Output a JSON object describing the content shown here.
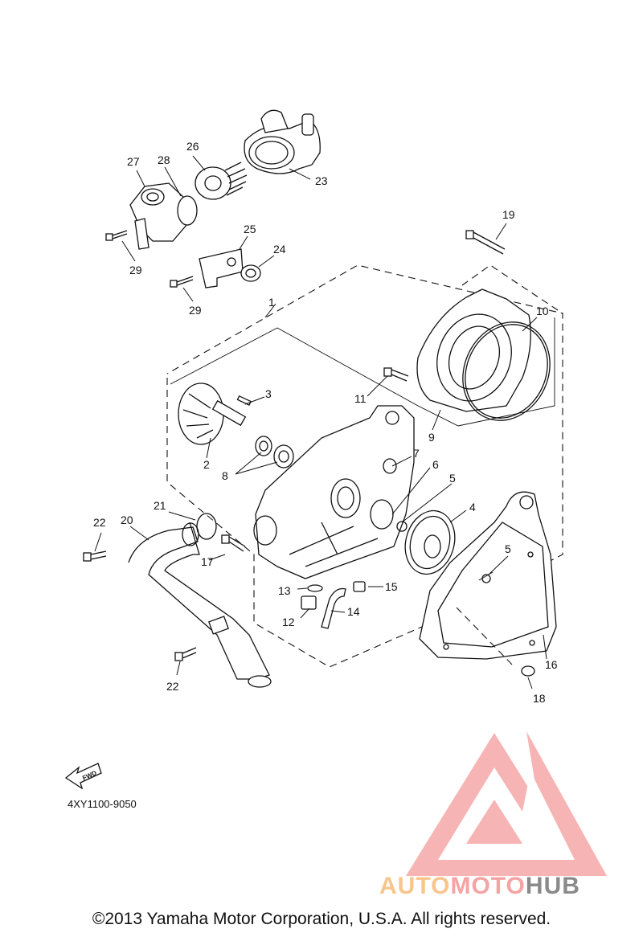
{
  "callouts": [
    "1",
    "2",
    "3",
    "4",
    "5",
    "6",
    "7",
    "8",
    "9",
    "10",
    "11",
    "12",
    "13",
    "14",
    "15",
    "16",
    "17",
    "18",
    "19",
    "20",
    "21",
    "22",
    "22",
    "23",
    "24",
    "25",
    "26",
    "27",
    "28",
    "29",
    "29",
    "5"
  ],
  "fwd_label": "FWD",
  "diagram_code": "4XY1100-9050",
  "watermark": {
    "part1": "AUTO",
    "part2": "MOTO",
    "part3": "HUB"
  },
  "copyright": "©2013 Yamaha Motor Corporation, U.S.A. All rights reserved.",
  "colors": {
    "watermark_orange": "#f9c58c",
    "watermark_red": "#f5a3a3",
    "watermark_gray": "#8a8a8a"
  }
}
